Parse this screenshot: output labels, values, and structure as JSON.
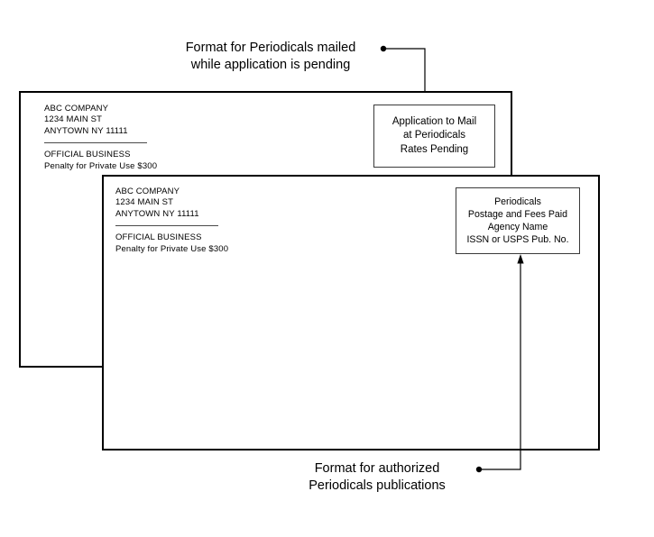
{
  "diagram": {
    "title": "USPS Periodicals envelope format examples",
    "line_color": "#000000",
    "rule_color": "#4a4a4a"
  },
  "callouts": {
    "top": {
      "line1": "Format for Periodicals mailed",
      "line2": "while application is pending",
      "marker": "bullet-marker"
    },
    "bottom": {
      "line1": "Format for authorized",
      "line2": "Periodicals publications",
      "marker": "bullet-marker"
    }
  },
  "envelopes": [
    {
      "id": "pending",
      "address": {
        "company": "ABC COMPANY",
        "street": "1234 MAIN ST",
        "citystatezip": "ANYTOWN NY 11111",
        "official": "OFFICIAL BUSINESS",
        "penalty": "Penalty for Private Use $300"
      },
      "indicia": {
        "line1": "Application to Mail",
        "line2": "at Periodicals",
        "line3": "Rates Pending"
      }
    },
    {
      "id": "authorized",
      "address": {
        "company": "ABC COMPANY",
        "street": "1234 MAIN ST",
        "citystatezip": "ANYTOWN NY 11111",
        "official": "OFFICIAL BUSINESS",
        "penalty": "Penalty for Private Use $300"
      },
      "indicia": {
        "line1": "Periodicals",
        "line2": "Postage and Fees Paid",
        "line3": "Agency Name",
        "line4": "ISSN or USPS Pub. No."
      }
    }
  ]
}
